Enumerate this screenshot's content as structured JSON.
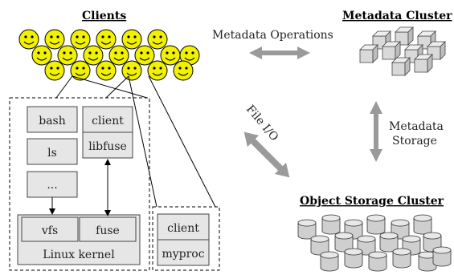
{
  "titles": {
    "clients": "Clients",
    "metadata_cluster": "Metadata Cluster",
    "object_storage_cluster": "Object Storage Cluster"
  },
  "edge_labels": {
    "metadata_operations": "Metadata Operations",
    "file_io": "File I/O",
    "metadata_storage_line1": "Metadata",
    "metadata_storage_line2": "Storage"
  },
  "client_stack_left": {
    "bash": "bash",
    "ls": "ls",
    "dots": "...",
    "vfs": "vfs",
    "fuse": "fuse",
    "linux_kernel": "Linux kernel"
  },
  "client_stack_middle": {
    "client": "client",
    "libfuse": "libfuse"
  },
  "client_stack_right": {
    "client": "client",
    "myproc": "myproc"
  },
  "colors": {
    "smiley_face": "#f2f200",
    "smiley_outline": "#000000",
    "box_fill": "#e6e6e6",
    "box_stroke": "#444444",
    "arrow_gray": "#9a9a9a",
    "cube_fill": "#d9d9d9",
    "cylinder_fill": "#cfcfcf"
  },
  "icons": {
    "client_icon": "smiley-face-icon",
    "metadata_server_icon": "cube-icon",
    "storage_device_icon": "cylinder-icon"
  }
}
